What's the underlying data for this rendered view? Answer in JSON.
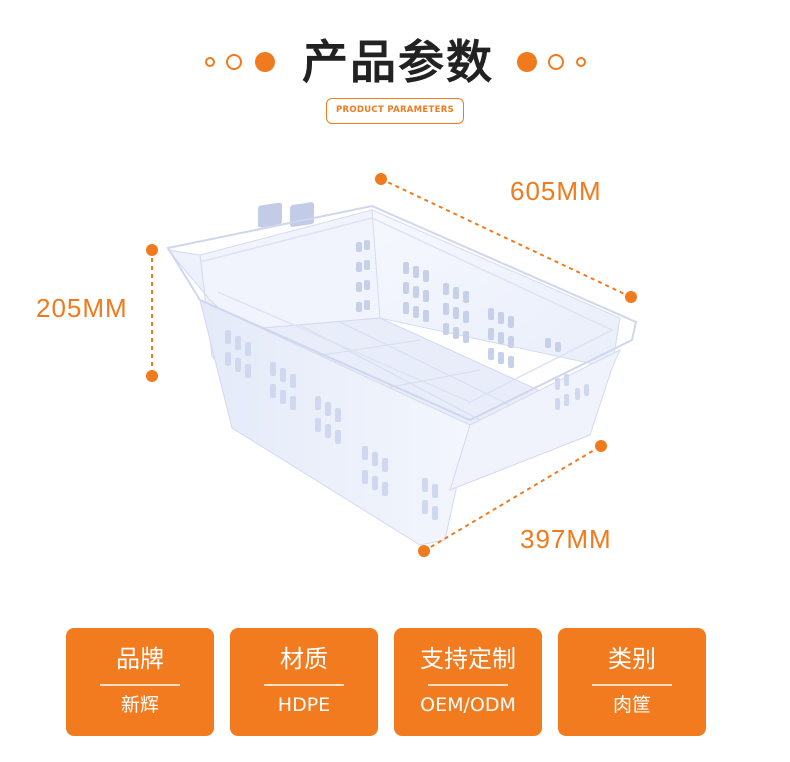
{
  "header": {
    "title": "产品参数",
    "subtitle": "PRODUCT PARAMETERS"
  },
  "dimensions": {
    "length": "605MM",
    "height": "205MM",
    "width": "397MM"
  },
  "specs": [
    {
      "label": "品牌",
      "value": "新辉"
    },
    {
      "label": "材质",
      "value": "HDPE"
    },
    {
      "label": "支持定制",
      "value": "OEM/ODM"
    },
    {
      "label": "类别",
      "value": "肉筐"
    }
  ],
  "colors": {
    "accent": "#f37b1f",
    "title": "#222222",
    "crate": "#eef2fb"
  }
}
